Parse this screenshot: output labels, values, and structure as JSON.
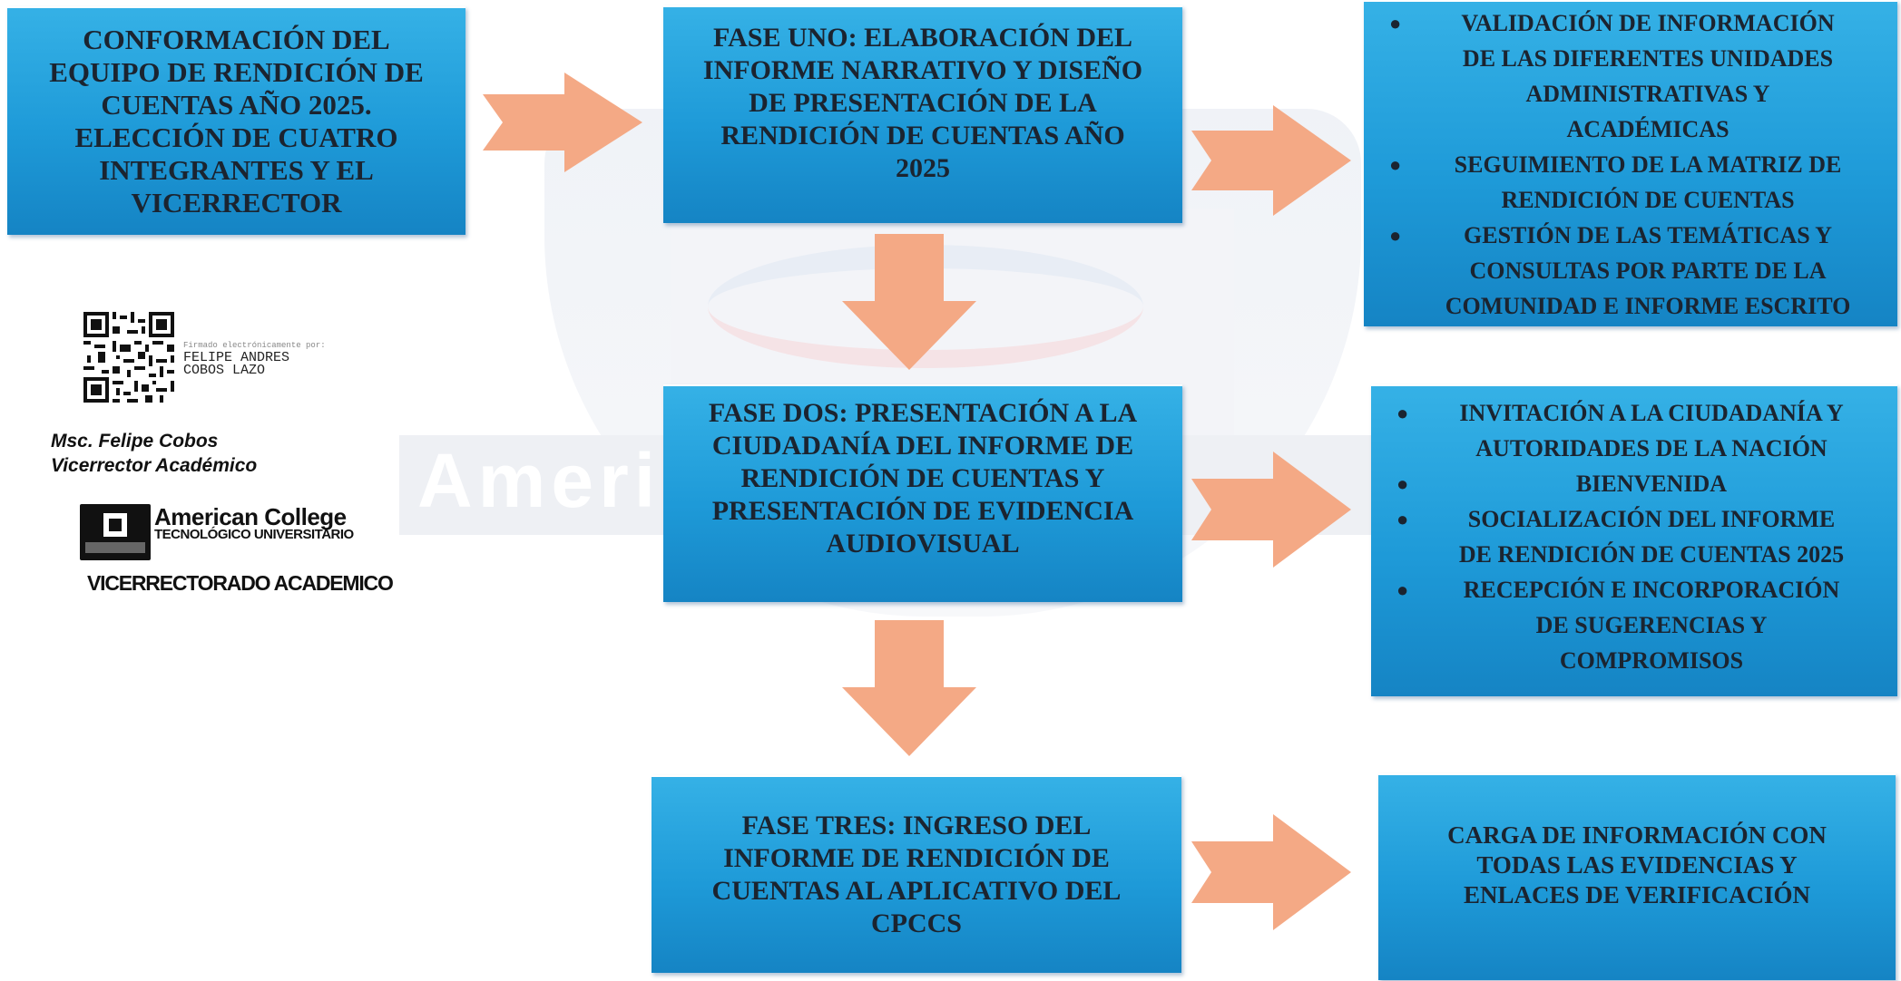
{
  "start_box": {
    "lines": [
      "CONFORMACIÓN DEL",
      "EQUIPO DE RENDICIÓN DE",
      "CUENTAS AÑO 2025.",
      "ELECCIÓN DE CUATRO",
      "INTEGRANTES Y EL",
      "VICERRECTOR"
    ]
  },
  "phase1": {
    "lines": [
      "FASE UNO: ELABORACIÓN DEL",
      "INFORME NARRATIVO Y DISEÑO",
      "DE PRESENTACIÓN DE LA",
      "RENDICIÓN DE CUENTAS AÑO",
      "2025"
    ]
  },
  "phase2": {
    "lines": [
      "FASE DOS: PRESENTACIÓN A LA",
      "CIUDADANÍA DEL INFORME DE",
      "RENDICIÓN DE CUENTAS Y",
      "PRESENTACIÓN DE EVIDENCIA",
      "AUDIOVISUAL"
    ]
  },
  "phase3": {
    "lines": [
      "FASE TRES: INGRESO DEL",
      "INFORME DE RENDICIÓN DE",
      "CUENTAS AL APLICATIVO DEL",
      "CPCCS"
    ]
  },
  "detail1": {
    "items": [
      [
        "VALIDACIÓN DE INFORMACIÓN",
        "DE LAS DIFERENTES UNIDADES",
        "ADMINISTRATIVAS Y",
        "ACADÉMICAS"
      ],
      [
        "SEGUIMIENTO DE LA MATRIZ DE",
        "RENDICIÓN DE CUENTAS"
      ],
      [
        "GESTIÓN DE LAS TEMÁTICAS Y",
        "CONSULTAS POR PARTE DE LA",
        "COMUNIDAD E INFORME ESCRITO"
      ]
    ]
  },
  "detail2": {
    "items": [
      [
        "INVITACIÓN A LA CIUDADANÍA Y",
        "AUTORIDADES DE LA NACIÓN"
      ],
      [
        "BIENVENIDA"
      ],
      [
        "SOCIALIZACIÓN   DEL INFORME",
        "DE RENDICIÓN DE CUENTAS 2025"
      ],
      [
        "RECEPCIÓN E INCORPORACIÓN",
        "DE SUGERENCIAS Y",
        "COMPROMISOS"
      ]
    ]
  },
  "detail3": {
    "lines": [
      "CARGA DE INFORMACIÓN CON",
      "TODAS LAS EVIDENCIAS Y",
      "ENLACES DE VERIFICACIÓN"
    ]
  },
  "signature": {
    "small_label": "Firmado electrónicamente por:",
    "name_line1": "FELIPE ANDRES",
    "name_line2": "COBOS LAZO",
    "signer_name": "Msc. Felipe Cobos",
    "signer_role": "Vicerrector Académico"
  },
  "logo": {
    "college": "American College",
    "subtitle": "TECNOLÓGICO UNIVERSITARIO",
    "department": "VICERRECTORADO ACADEMICO"
  },
  "watermark": {
    "text": "American College"
  },
  "colors": {
    "box": "#1e9ad8",
    "arrow": "#f4a985",
    "text": "#1b2430"
  }
}
